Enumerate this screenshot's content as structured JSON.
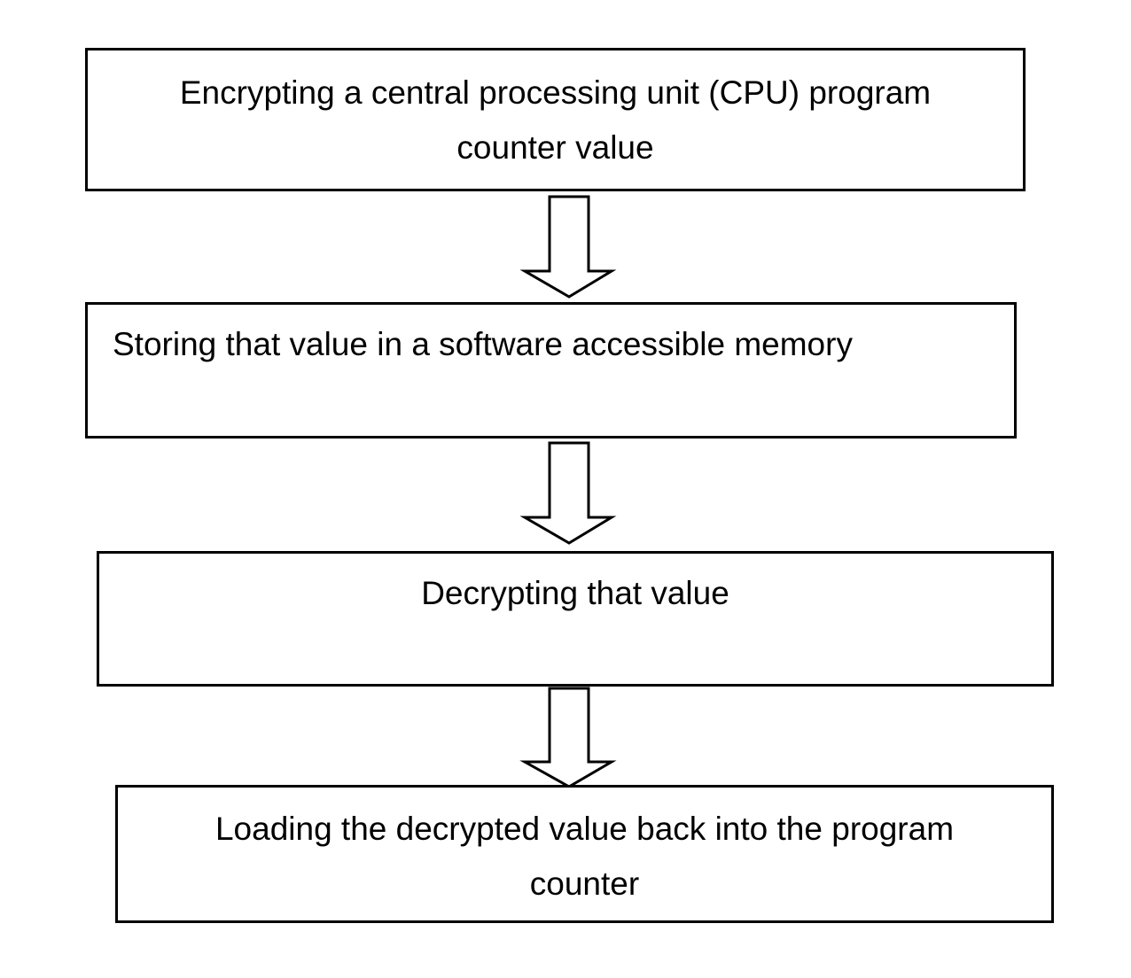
{
  "flowchart": {
    "steps": [
      {
        "lines": [
          "Encrypting a central processing unit (CPU) program",
          "counter value"
        ]
      },
      {
        "lines": [
          "Storing that value in a software accessible memory"
        ]
      },
      {
        "lines": [
          "Decrypting that value"
        ]
      },
      {
        "lines": [
          "Loading the decrypted value back into the program",
          "counter"
        ]
      }
    ],
    "colors": {
      "stroke": "#000000",
      "fill": "#ffffff",
      "text": "#000000"
    },
    "arrow_style": "hollow-down-arrow"
  }
}
